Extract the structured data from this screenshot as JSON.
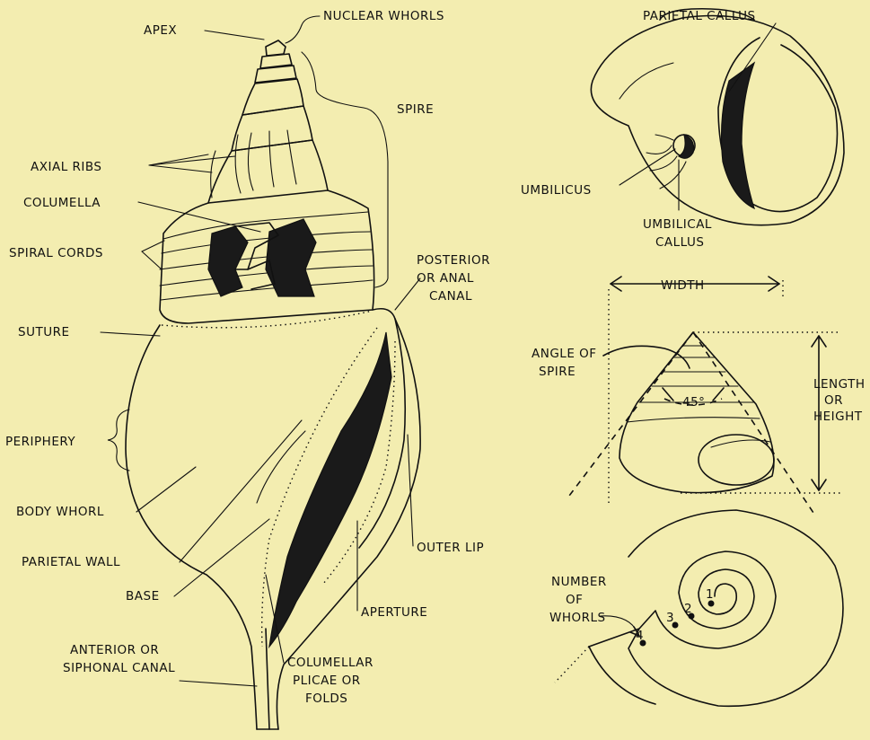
{
  "labels": {
    "apex": "APEX",
    "nuclear_whorls": "NUCLEAR WHORLS",
    "spire": "SPIRE",
    "axial_ribs": "AXIAL RIBS",
    "columella": "COLUMELLA",
    "spiral_cords": "SPIRAL CORDS",
    "suture": "SUTURE",
    "periphery": "PERIPHERY",
    "body_whorl": "BODY WHORL",
    "parietal_wall": "PARIETAL WALL",
    "base": "BASE",
    "anterior_line1": "ANTERIOR OR",
    "anterior_line2": "SIPHONAL CANAL",
    "posterior_line1": "POSTERIOR",
    "posterior_line2": "OR ANAL",
    "posterior_line3": "CANAL",
    "outer_lip": "OUTER LIP",
    "aperture": "APERTURE",
    "plicae_line1": "COLUMELLAR",
    "plicae_line2": "PLICAE OR",
    "plicae_line3": "FOLDS",
    "parietal_callus": "PARIETAL CALLUS",
    "umbilicus": "UMBILICUS",
    "umbilical_callus_line1": "UMBILICAL",
    "umbilical_callus_line2": "CALLUS",
    "width": "WIDTH",
    "angle_line1": "ANGLE OF",
    "angle_line2": "SPIRE",
    "angle_value": "45°",
    "length_line1": "LENGTH",
    "length_line2": "OR",
    "length_line3": "HEIGHT",
    "number_line1": "NUMBER",
    "number_line2": "OF",
    "number_line3": "WHORLS",
    "whorl_1": "1",
    "whorl_2": "2",
    "whorl_3": "3",
    "whorl_4": "4"
  }
}
